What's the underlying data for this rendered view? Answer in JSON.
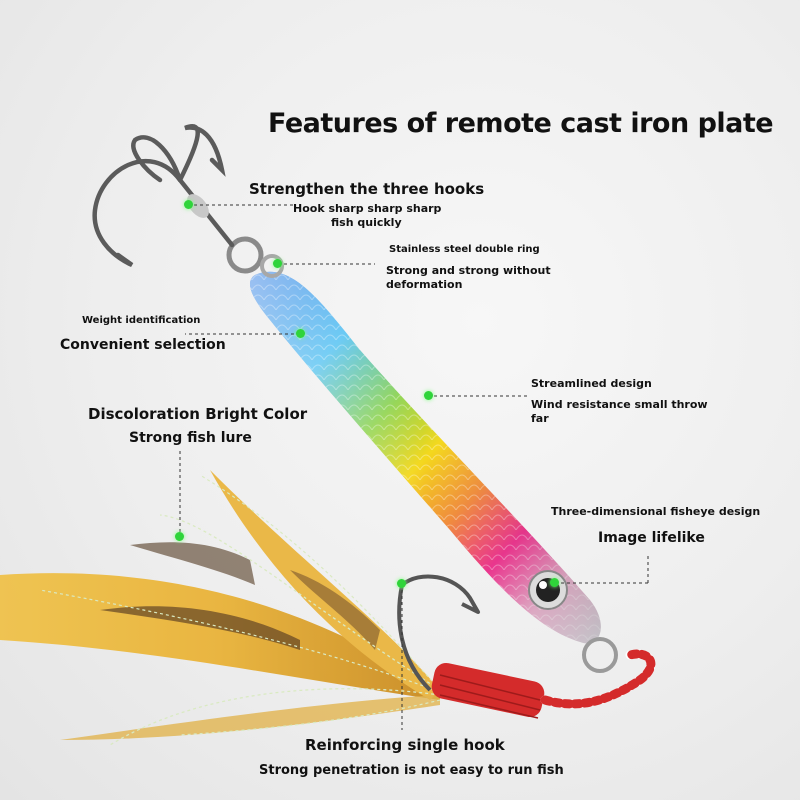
{
  "title": "Features of remote cast iron plate",
  "callouts": {
    "three_hooks": {
      "heading": "Strengthen the three hooks",
      "line1": "Hook sharp sharp sharp",
      "line2": "fish quickly"
    },
    "double_ring": {
      "heading": "Stainless steel double ring",
      "line1": "Strong and strong without",
      "line2": "deformation"
    },
    "weight": {
      "heading": "Weight identification",
      "line1": "Convenient selection"
    },
    "streamlined": {
      "heading": "Streamlined design",
      "line1": "Wind resistance small throw",
      "line2": "far"
    },
    "color": {
      "heading": "Discoloration Bright Color",
      "line1": "Strong fish lure"
    },
    "fisheye": {
      "heading": "Three-dimensional fisheye design",
      "line1": "Image lifelike"
    },
    "single_hook": {
      "heading": "Reinforcing single hook",
      "line1": "Strong penetration is not easy to run fish"
    }
  },
  "colors": {
    "marker": "#2fd43a",
    "lure_blue": "#2a8cf0",
    "lure_yellow": "#f2d21a",
    "lure_pink": "#ef2f8a",
    "feather": "#e8b84a",
    "wrap": "#d42b2b"
  },
  "icons": {
    "marker": "green-dot-icon"
  }
}
